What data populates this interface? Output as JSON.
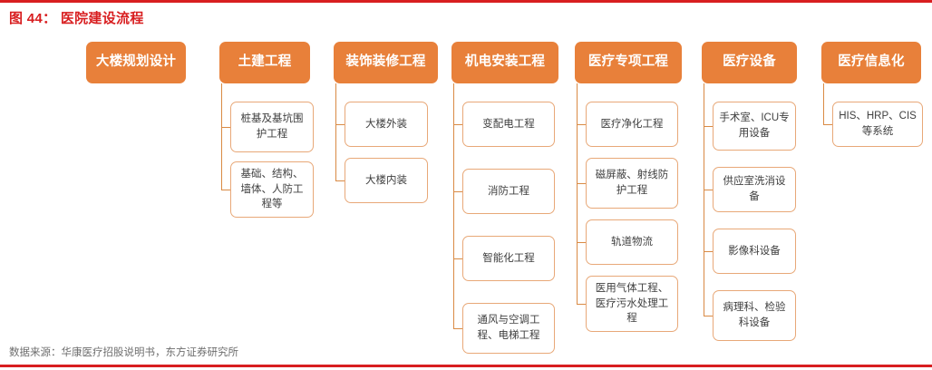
{
  "title": "图 44： 医院建设流程",
  "source_note": "数据来源：华康医疗招股说明书，东方证券研究所",
  "colors": {
    "accent_red": "#D81E20",
    "header_orange": "#E8803A",
    "child_border": "#E8A878",
    "connector": "#D98A44",
    "child_text": "#3f3f3f",
    "source_text": "#6d6d6d"
  },
  "chart_data": {
    "type": "diagram",
    "title": "医院建设流程",
    "columns": [
      {
        "header": "大楼规划设计",
        "children": []
      },
      {
        "header": "土建工程",
        "children": [
          "桩基及基坑围护工程",
          "基础、结构、墙体、人防工程等"
        ]
      },
      {
        "header": "装饰装修工程",
        "children": [
          "大楼外装",
          "大楼内装"
        ]
      },
      {
        "header": "机电安装工程",
        "children": [
          "变配电工程",
          "消防工程",
          "智能化工程",
          "通风与空调工程、电梯工程"
        ]
      },
      {
        "header": "医疗专项工程",
        "children": [
          "医疗净化工程",
          "磁屏蔽、射线防护工程",
          "轨道物流",
          "医用气体工程、医疗污水处理工程"
        ]
      },
      {
        "header": "医疗设备",
        "children": [
          "手术室、ICU专用设备",
          "供应室洗消设备",
          "影像科设备",
          "病理科、检验科设备"
        ]
      },
      {
        "header": "医疗信息化",
        "children": [
          "HIS、HRP、CIS等系统"
        ]
      }
    ]
  },
  "columns": [
    {
      "header": "大楼规划设计",
      "children": []
    },
    {
      "header": "土建工程",
      "children": [
        "桩基及基坑围护工程",
        "基础、结构、墙体、人防工程等"
      ]
    },
    {
      "header": "装饰装修工程",
      "children": [
        "大楼外装",
        "大楼内装"
      ]
    },
    {
      "header": "机电安装工程",
      "children": [
        "变配电工程",
        "消防工程",
        "智能化工程",
        "通风与空调工程、电梯工程"
      ]
    },
    {
      "header": "医疗专项工程",
      "children": [
        "医疗净化工程",
        "磁屏蔽、射线防护工程",
        "轨道物流",
        "医用气体工程、医疗污水处理工程"
      ]
    },
    {
      "header": "医疗设备",
      "children": [
        "手术室、ICU专用设备",
        "供应室洗消设备",
        "影像科设备",
        "病理科、检验科设备"
      ]
    },
    {
      "header": "医疗信息化",
      "children": [
        "HIS、HRP、CIS等系统"
      ]
    }
  ]
}
